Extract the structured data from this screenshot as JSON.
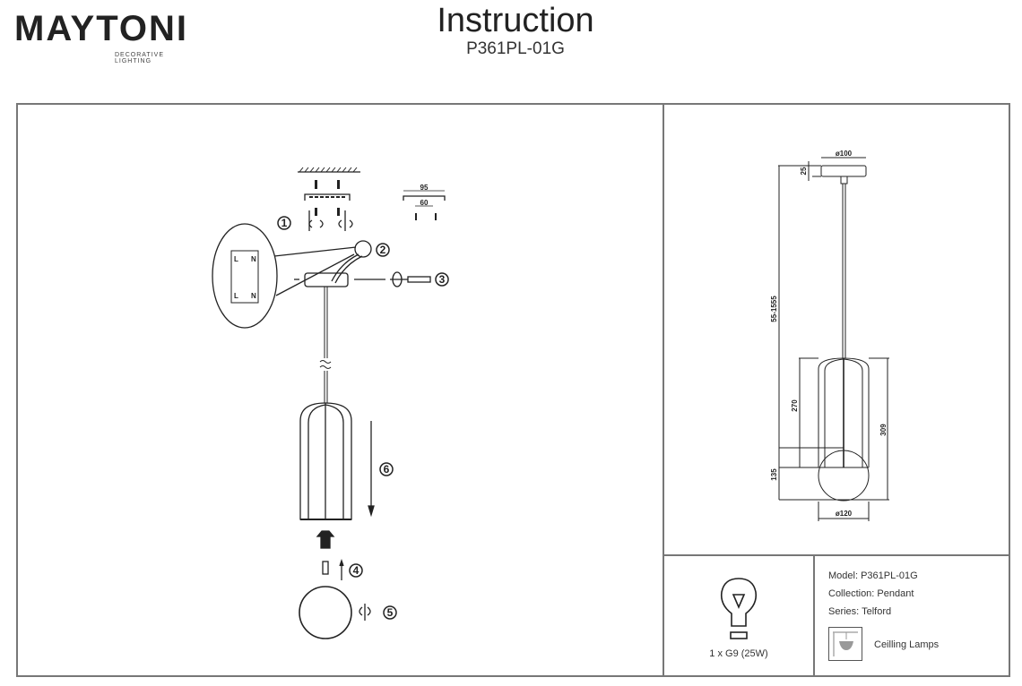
{
  "header": {
    "brand": "MAYTONI",
    "brand_tagline": "DECORATIVE LIGHTING",
    "brand_accent_color": "#5a1a5c",
    "title": "Instruction",
    "model_code": "P361PL-01G"
  },
  "assembly_diagram": {
    "steps": [
      "1",
      "2",
      "3",
      "4",
      "5",
      "6"
    ],
    "wiring_labels": [
      "L",
      "N",
      "L",
      "N"
    ],
    "bracket_dimensions": [
      "95",
      "60"
    ]
  },
  "dimension_drawing": {
    "canopy_diameter": "ø100",
    "canopy_height": "25",
    "overall_height": "55-1555",
    "shade_height": "270",
    "total_lamp_height": "309",
    "globe_height": "135",
    "globe_diameter": "ø120"
  },
  "bulb": {
    "icon": "light-bulb-icon",
    "spec": "1 x G9 (25W)"
  },
  "specs": {
    "model": "Model: P361PL-01G",
    "collection": "Collection: Pendant",
    "series": "Series: Telford",
    "category_icon": "ceiling-lamp-icon",
    "category": "Ceilling Lamps"
  }
}
